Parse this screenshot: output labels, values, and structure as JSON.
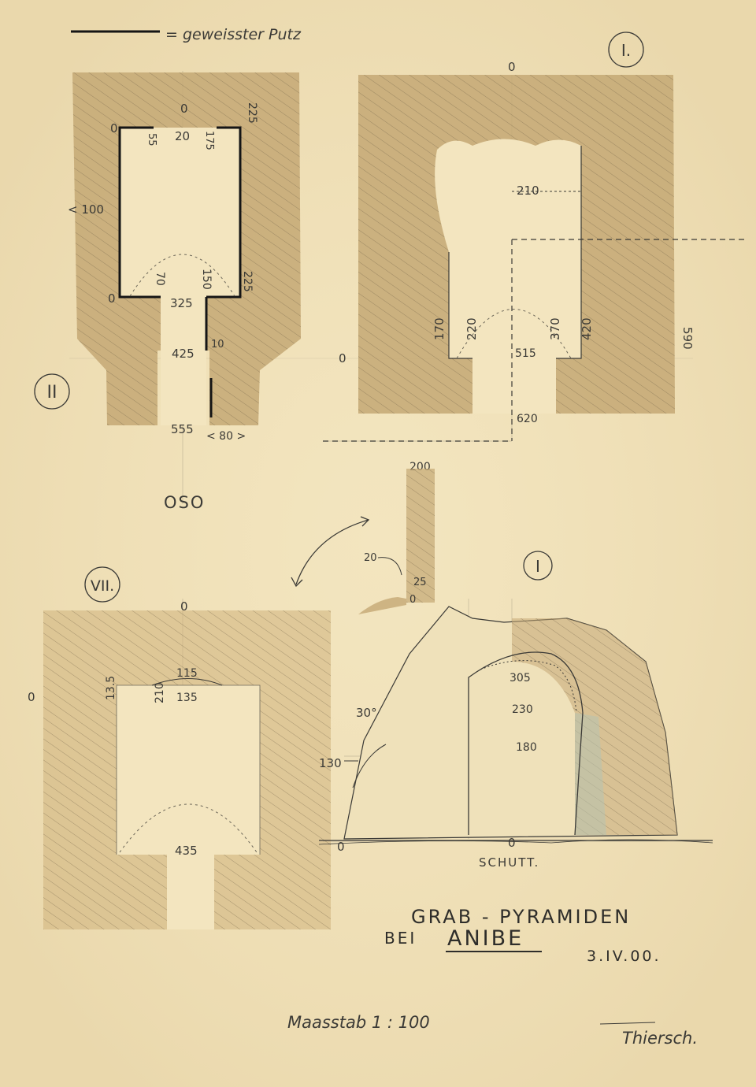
{
  "legend": {
    "text": "= geweisster Putz"
  },
  "plan_I": {
    "roman": "I.",
    "labels": {
      "top_zero": "0",
      "left_zero": "0",
      "d210": "210",
      "d170": "170",
      "d220": "220",
      "d515": "515",
      "d370": "370",
      "d420": "420",
      "d590": "590",
      "d620": "620",
      "d200": "200"
    }
  },
  "plan_II": {
    "roman": "II",
    "labels": {
      "zero_top": "0",
      "zero_left_top": "0",
      "zero_left_bottom": "0",
      "d55": "55",
      "d20": "20",
      "d175": "175",
      "d225_top": "225",
      "d100": "< 100",
      "d70": "70",
      "d150": "150",
      "d225_right": "225",
      "d325": "325",
      "d425": "425",
      "d10": "10",
      "d555": "555",
      "d80": "< 80 >"
    }
  },
  "orientation": {
    "text": "OSO"
  },
  "plan_VII": {
    "roman": "VII.",
    "labels": {
      "top_zero": "0",
      "left_zero": "0",
      "d135_left": "13.5",
      "d115": "115",
      "d210": "210",
      "d135": "135",
      "d435": "435"
    }
  },
  "section_I": {
    "roman": "I",
    "labels": {
      "d20": "20",
      "d25": "25",
      "d0_small": "0",
      "d30deg": "30°",
      "d130": "130",
      "d0_left": "0",
      "d0_center": "0",
      "d305": "305",
      "d230": "230",
      "d180": "180",
      "schutt": "SCHUTT."
    }
  },
  "title": {
    "line1": "GRAB - PYRAMIDEN",
    "line2_prefix": "BEI",
    "line2_place": "ANIBE",
    "date": "3.IV.00."
  },
  "scale": {
    "text": "Maasstab 1 : 100"
  },
  "signature": {
    "text": "Thiersch."
  },
  "colors": {
    "paper": "#f3e5bf",
    "wash": "#c4a874",
    "pencil": "#3b3a36",
    "ink": "#151515",
    "shadow": "#b7c2b0"
  }
}
